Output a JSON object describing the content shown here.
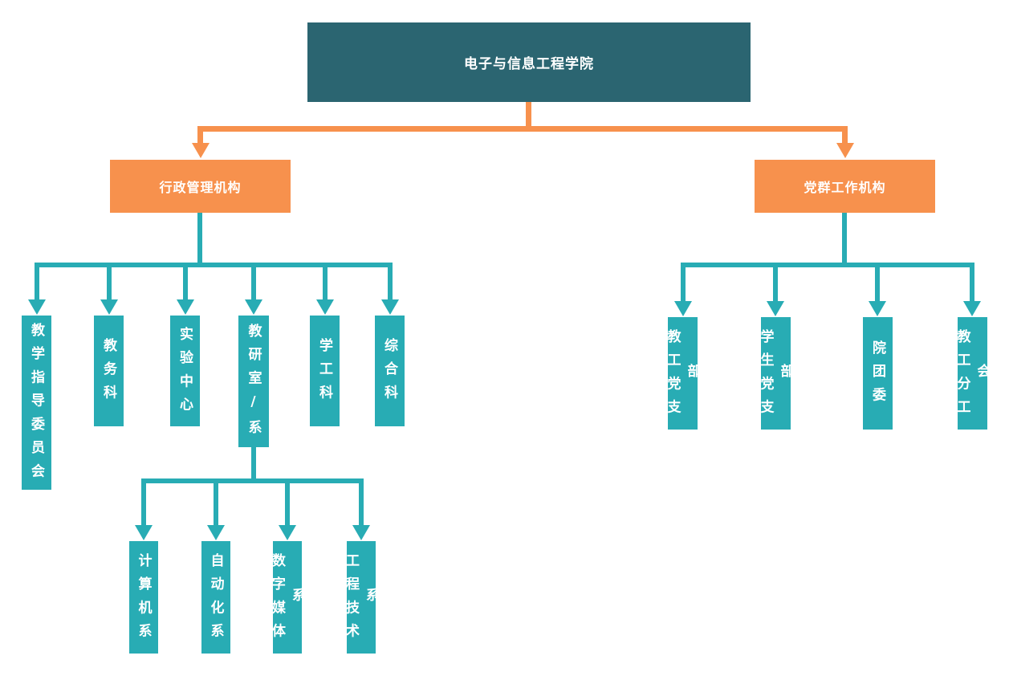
{
  "root": {
    "label": "电子与信息工程学院"
  },
  "branches": [
    {
      "label": "行政管理机构",
      "children": [
        {
          "label": "教学指导委员会"
        },
        {
          "label": "教务科"
        },
        {
          "label": "实验中心"
        },
        {
          "label": "教研室/系",
          "children": [
            {
              "label": "计算机系"
            },
            {
              "label": "自动化系"
            },
            {
              "label": "数字媒体系"
            },
            {
              "label": "工程技术系"
            }
          ]
        },
        {
          "label": "学工科"
        },
        {
          "label": "综合科"
        }
      ]
    },
    {
      "label": "党群工作机构",
      "children": [
        {
          "label": "教工党支部"
        },
        {
          "label": "学生党支部"
        },
        {
          "label": "院团委"
        },
        {
          "label": "教工分工会"
        }
      ]
    }
  ],
  "colors": {
    "root_bg": "#2B6571",
    "branch_bg": "#F7914D",
    "node_bg": "#28ACB4",
    "text": "#FFFFFF"
  }
}
